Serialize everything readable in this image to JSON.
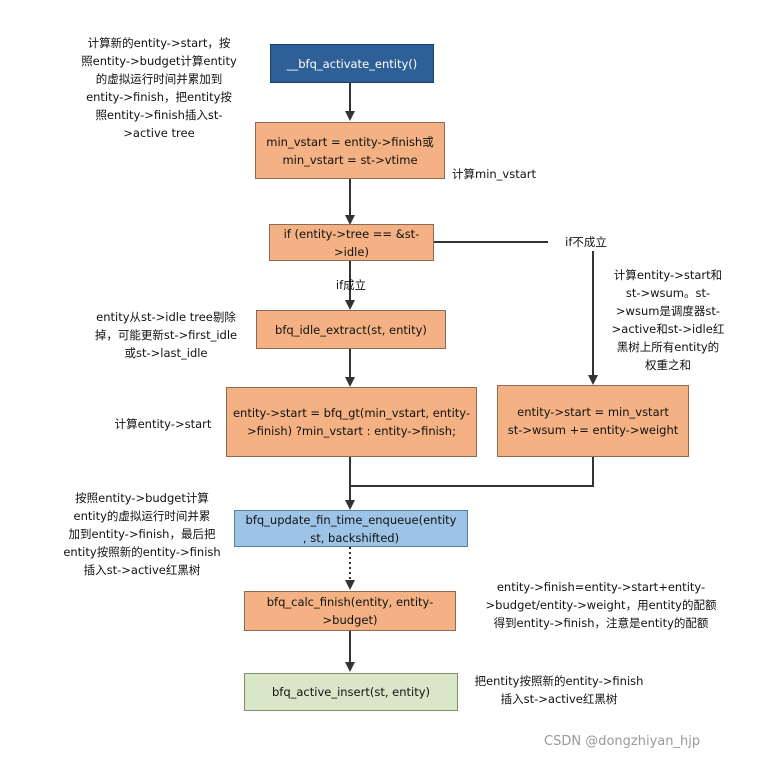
{
  "boxes": {
    "activate": "__bfq_activate_entity()",
    "min_vstart": "min_vstart = entity->finish或\nmin_vstart = st->vtime",
    "if_tree": "if (entity->tree == &st-\n>idle)",
    "idle_extract": "bfq_idle_extract(st, entity)",
    "start_gt": "entity->start = bfq_gt(min_vstart, entity-\n>finish) ?min_vstart : entity->finish;",
    "start_min": "entity->start = min_vstart\nst->wsum += entity->weight",
    "update_fin": "bfq_update_fin_time_enqueue(entity\n, st, backshifted)",
    "calc_finish": "bfq_calc_finish(entity, entity-\n>budget)",
    "active_insert": "bfq_active_insert(st, entity)"
  },
  "notes": {
    "n1": "计算新的entity->start，按\n照entity->budget计算entity\n的虚拟运行时间并累加到\nentity->finish，把entity按\n照entity->finish插入st-\n>active tree",
    "n2": "计算min_vstart",
    "n3": "if不成立",
    "n4": "if成立",
    "n5": "计算entity->start和\nst->wsum。st-\n>wsum是调度器st-\n>active和st->idle红\n黑树上所有entity的\n权重之和",
    "n6": "entity从st->idle tree剔除\n掉，可能更新st->first_idle\n或st->last_idle",
    "n7": "计算entity->start",
    "n8": "按照entity->budget计算\nentity的虚拟运行时间并累\n加到entity->finish，最后把\nentity按照新的entity->finish\n插入st->active红黑树",
    "n9": "entity->finish=entity->start+entity-\n>budget/entity->weight，用entity的配额\n得到entity->finish，注意是entity的配额",
    "n10": "把entity按照新的entity->finish\n插入st->active红黑树"
  },
  "watermark": "CSDN @dongzhiyan_hjp",
  "colors": {
    "dark": "#2e5f96",
    "orange": "#f4b183",
    "blue": "#9dc3e6",
    "green": "#d9e7c8",
    "line": "#333333"
  }
}
